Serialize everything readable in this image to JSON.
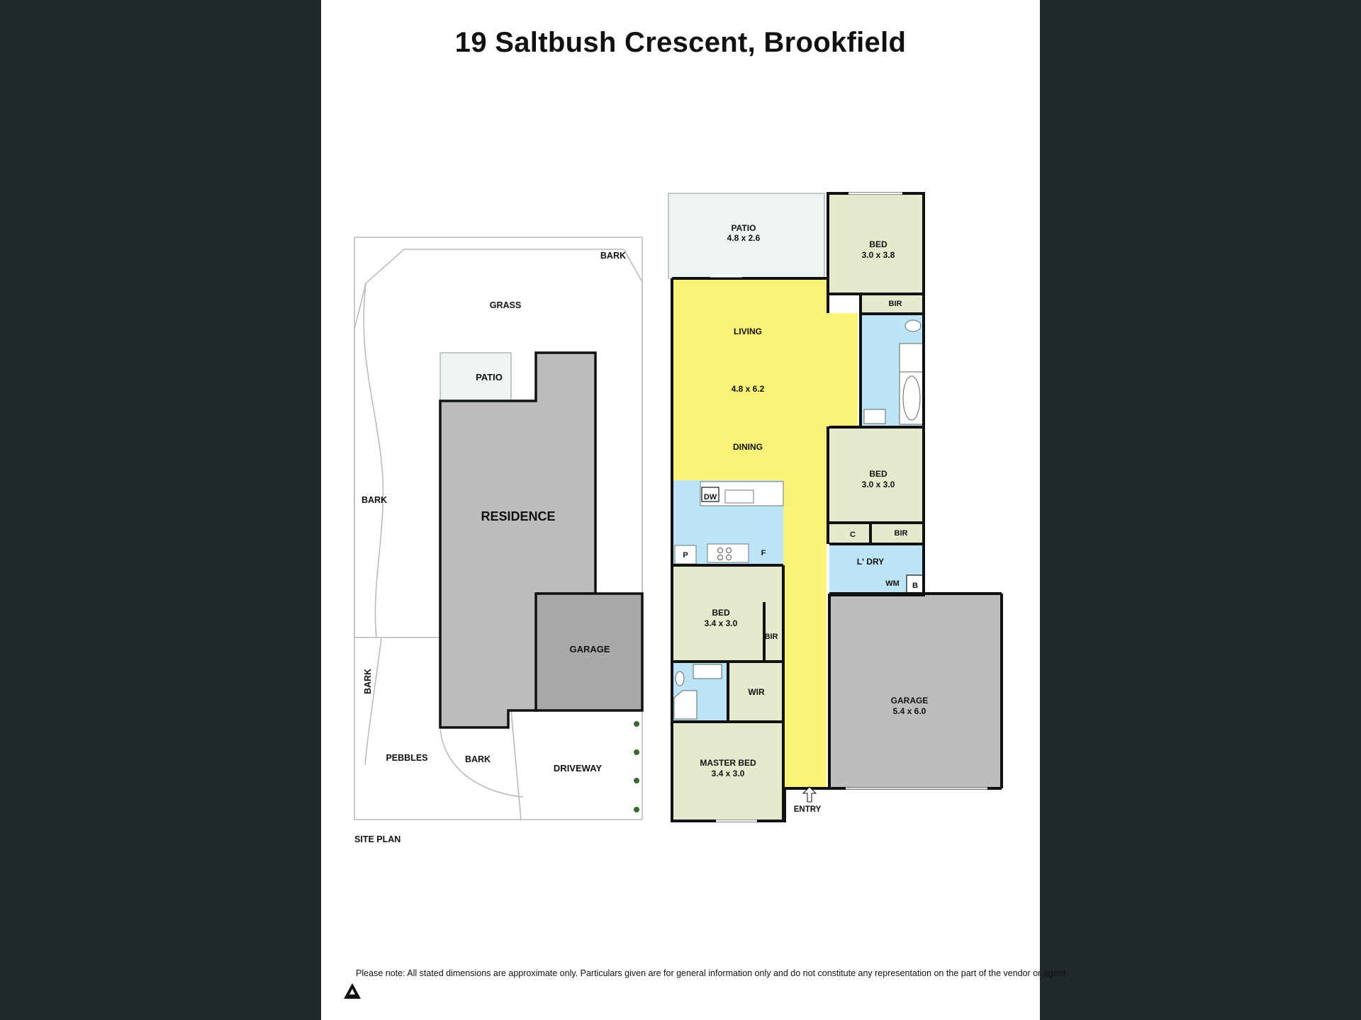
{
  "title": "19 Saltbush Crescent, Brookfield",
  "site_plan": {
    "caption": "SITE PLAN",
    "labels": {
      "grass": "GRASS",
      "bark_top": "BARK",
      "bark_left": "BARK",
      "bark_side": "BARK",
      "bark_front": "BARK",
      "pebbles": "PEBBLES",
      "patio": "PATIO",
      "residence": "RESIDENCE",
      "garage": "GARAGE",
      "driveway": "DRIVEWAY"
    }
  },
  "floor_plan": {
    "patio": {
      "name": "PATIO",
      "dims": "4.8 x 2.6"
    },
    "living": {
      "name": "LIVING",
      "dims": "4.8 x 6.2"
    },
    "dining": {
      "name": "DINING"
    },
    "dw": "DW",
    "pantry": "P",
    "fridge": "F",
    "bed1": {
      "name": "BED",
      "dims": "3.0 x 3.8"
    },
    "bir1": "BIR",
    "bed2": {
      "name": "BED",
      "dims": "3.0 x 3.0"
    },
    "linen": "C",
    "bir2": "BIR",
    "laundry": "L' DRY",
    "wm": "WM",
    "b": "B",
    "bed3": {
      "name": "BED",
      "dims": "3.4 x 3.0"
    },
    "bir3": "BIR",
    "wir": "WIR",
    "master": {
      "name": "MASTER BED",
      "dims": "3.4 x 3.0"
    },
    "garage": {
      "name": "GARAGE",
      "dims": "5.4 x 6.0"
    },
    "entry": "ENTRY"
  },
  "colors": {
    "living": "#fbf27a",
    "wet": "#bde5f8",
    "bedroom": "#e4ebcc",
    "garage": "#bdbdbd",
    "outdoor": "#eef5f0",
    "wall": "#111111",
    "background": "#1f282a"
  },
  "disclaimer": "Please note: All stated dimensions are approximate only. Particulars given are for general information only and do not constitute any representation on the part of the vendor or agent."
}
